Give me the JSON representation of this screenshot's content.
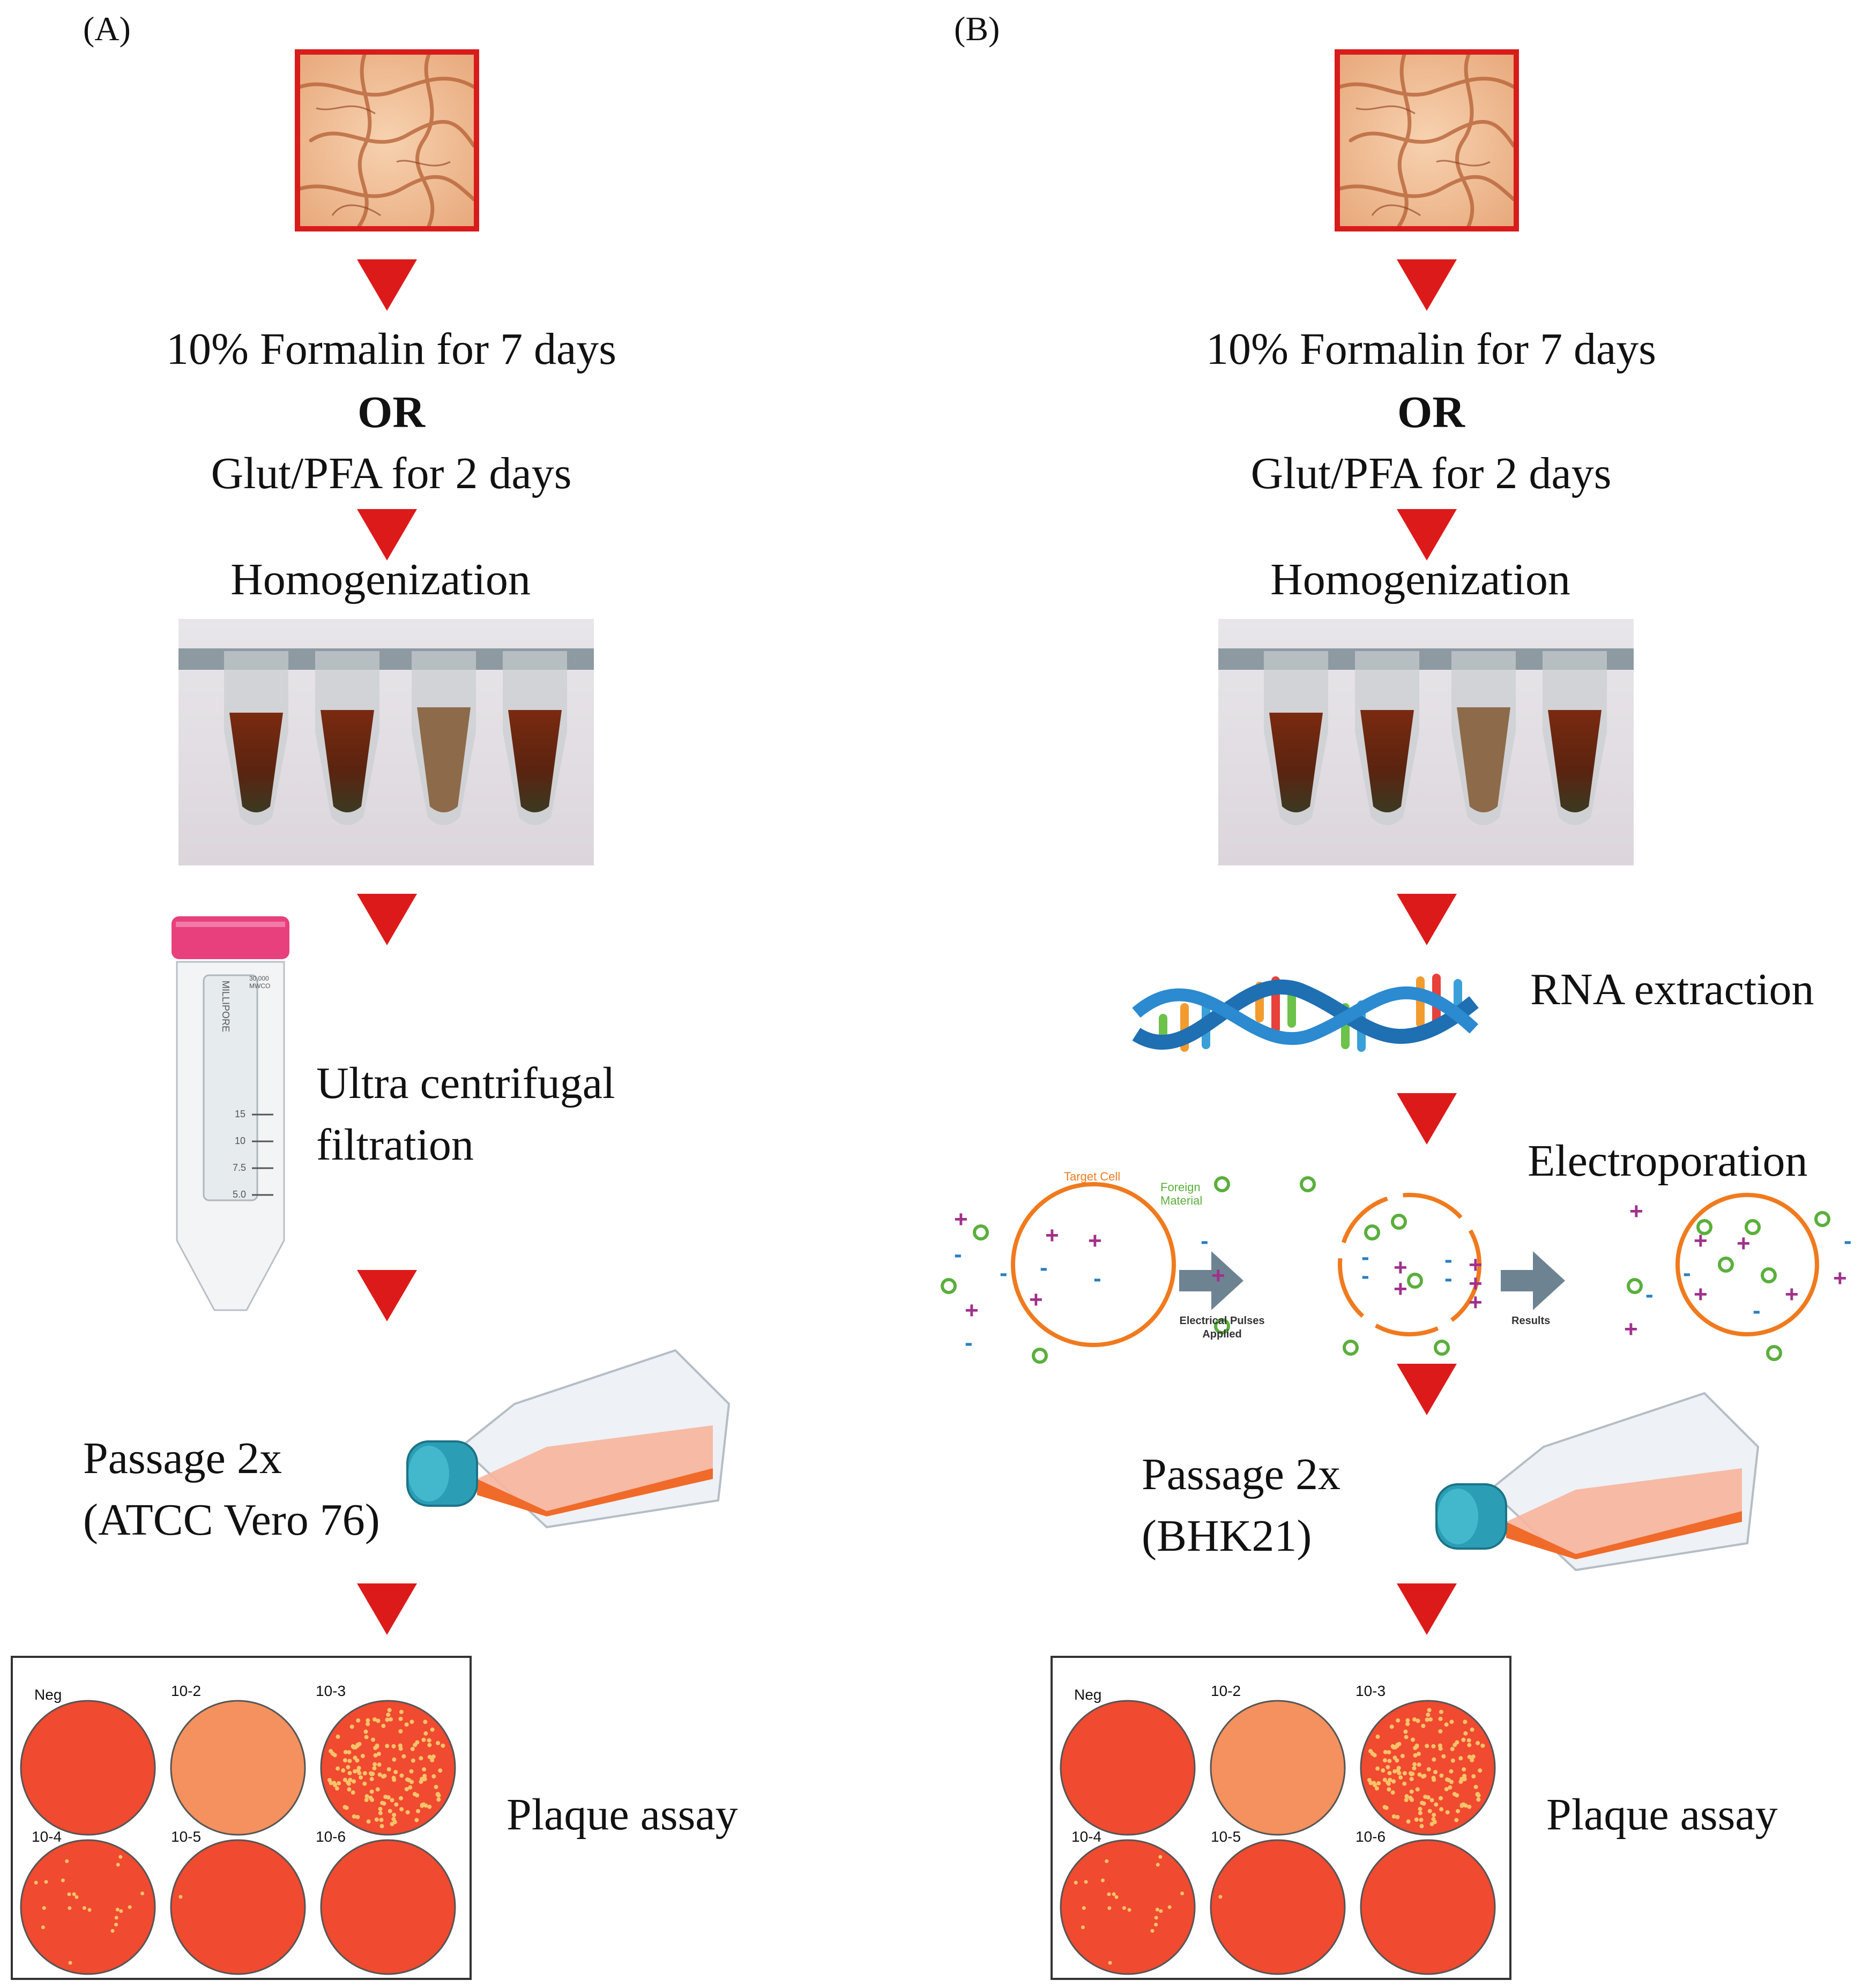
{
  "panels": [
    {
      "id": "A",
      "label": "(A)",
      "step_fix_1": "10% Formalin for 7 days",
      "step_fix_or": "OR",
      "step_fix_2": "Glut/PFA for 2 days",
      "step_homog": "Homogenization",
      "step_filter_1": "Ultra centrifugal",
      "step_filter_2": "filtration",
      "step_passage_1": "Passage  2x",
      "step_passage_2": "(ATCC Vero 76)",
      "step_plaque": "Plaque  assay"
    },
    {
      "id": "B",
      "label": "(B)",
      "step_fix_1": "10% Formalin for 7 days",
      "step_fix_or": "OR",
      "step_fix_2": "Glut/PFA for 2 days",
      "step_homog": "Homogenization",
      "step_rna": "RNA extraction",
      "step_electro": "Electroporation",
      "step_passage_1": "Passage  2x",
      "step_passage_2": "(BHK21)",
      "step_plaque": "Plaque  assay"
    }
  ],
  "electroporation_figure": {
    "target_cell": "Target Cell",
    "foreign_material_1": "Foreign",
    "foreign_material_2": "Material",
    "pulses_1": "Electrical Pulses",
    "pulses_2": "Applied",
    "results": "Results"
  },
  "filter_tube_text": {
    "brand": "MILLIPORE",
    "mwco_1": "30,000",
    "mwco_2": "MWCO",
    "ticks": [
      "15",
      "10",
      "7.5",
      "5.0"
    ]
  },
  "plaque_plate": {
    "wells": [
      "Neg",
      "10-2",
      "10-3",
      "10-4",
      "10-5",
      "10-6"
    ]
  },
  "colors": {
    "arrow_red": "#dd1a1a",
    "brain_border": "#d81b1b",
    "plate_red": "#f04a30",
    "plate_light": "#f4915e",
    "cell_orange": "#f07a1e",
    "plus_purple": "#a0308c",
    "minus_blue": "#2a7fc0",
    "ring_green": "#5aaf3c"
  }
}
